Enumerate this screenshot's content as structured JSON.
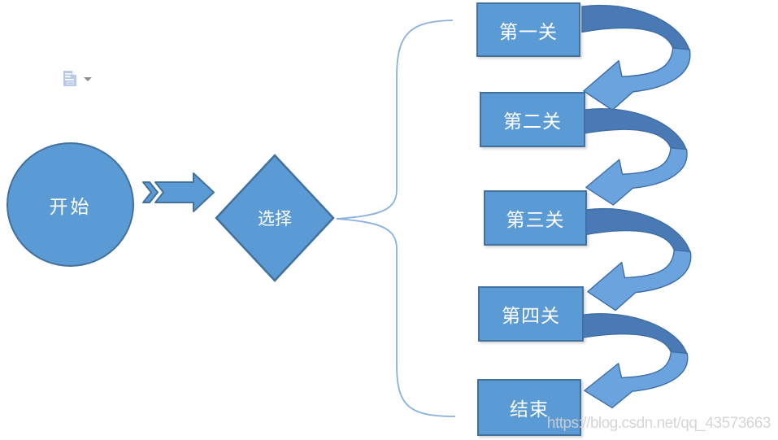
{
  "colors": {
    "canvas_bg": "#ffffff",
    "shape_fill": "#5b9bd5",
    "shape_border": "#41719c",
    "ribbon_dark": "#4a7ab5",
    "ribbon_light": "#6aa3de",
    "ribbon_border": "#3f6ea3",
    "brace": "#8ab0dd",
    "watermark": "#d2d2d2",
    "paste_icon": "#b9c9ea"
  },
  "flowchart": {
    "start": {
      "label": "开始"
    },
    "decision": {
      "label": "选择"
    },
    "stages": [
      {
        "label": "第一关"
      },
      {
        "label": "第二关"
      },
      {
        "label": "第三关"
      },
      {
        "label": "第四关"
      },
      {
        "label": "结束"
      }
    ]
  },
  "paste_options": {
    "icon": "paste-options-icon",
    "dropdown_icon": "chevron-down-icon"
  },
  "watermark": {
    "text": "https://blog.csdn.net/qq_43573663"
  }
}
